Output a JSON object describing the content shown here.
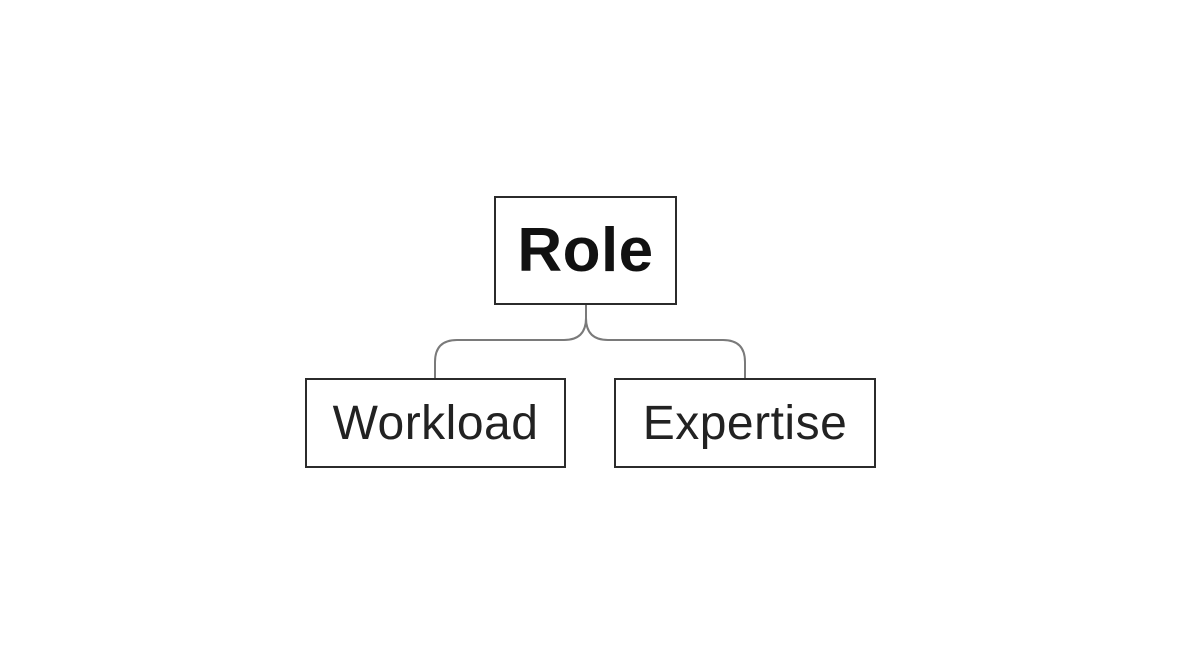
{
  "diagram": {
    "root": {
      "label": "Role"
    },
    "children": [
      {
        "label": "Workload"
      },
      {
        "label": "Expertise"
      }
    ]
  },
  "colors": {
    "node_border": "#2b2b2b",
    "connector": "#7a7a7a",
    "root_text": "#111111",
    "child_text": "#222222",
    "background": "#ffffff"
  }
}
